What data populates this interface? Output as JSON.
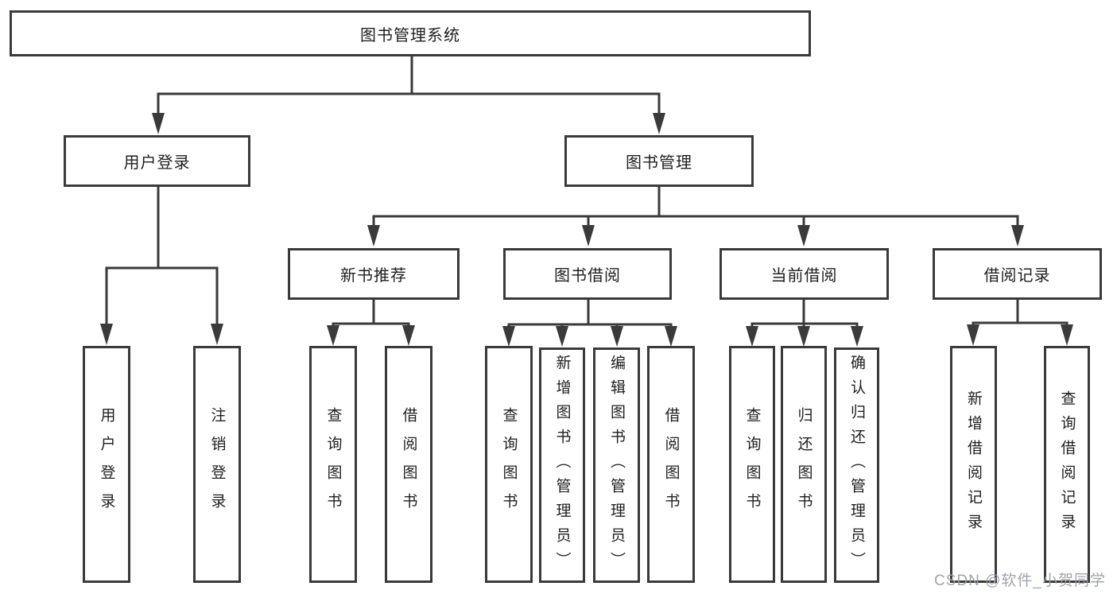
{
  "diagram_title": "图书管理系统",
  "tree": {
    "label": "图书管理系统",
    "children": [
      {
        "label": "用户登录",
        "children": [
          {
            "label": "用户登录"
          },
          {
            "label": "注销登录"
          }
        ]
      },
      {
        "label": "图书管理",
        "children": [
          {
            "label": "新书推荐",
            "children": [
              {
                "label": "查询图书"
              },
              {
                "label": "借阅图书"
              }
            ]
          },
          {
            "label": "图书借阅",
            "children": [
              {
                "label": "查询图书"
              },
              {
                "label": "新增图书（管理员）"
              },
              {
                "label": "编辑图书（管理员）"
              },
              {
                "label": "借阅图书"
              }
            ]
          },
          {
            "label": "当前借阅",
            "children": [
              {
                "label": "查询图书"
              },
              {
                "label": "归还图书"
              },
              {
                "label": "确认归还（管理员）"
              }
            ]
          },
          {
            "label": "借阅记录",
            "children": [
              {
                "label": "新增借阅记录"
              },
              {
                "label": "查询借阅记录"
              }
            ]
          }
        ]
      }
    ]
  },
  "watermark": "CSDN @软件_小贺同学",
  "colors": {
    "line": "#3a3a3a",
    "box_border": "#3a3a3a",
    "text": "#1f1f1f",
    "watermark": "#9ba0aa",
    "background": "#ffffff"
  }
}
